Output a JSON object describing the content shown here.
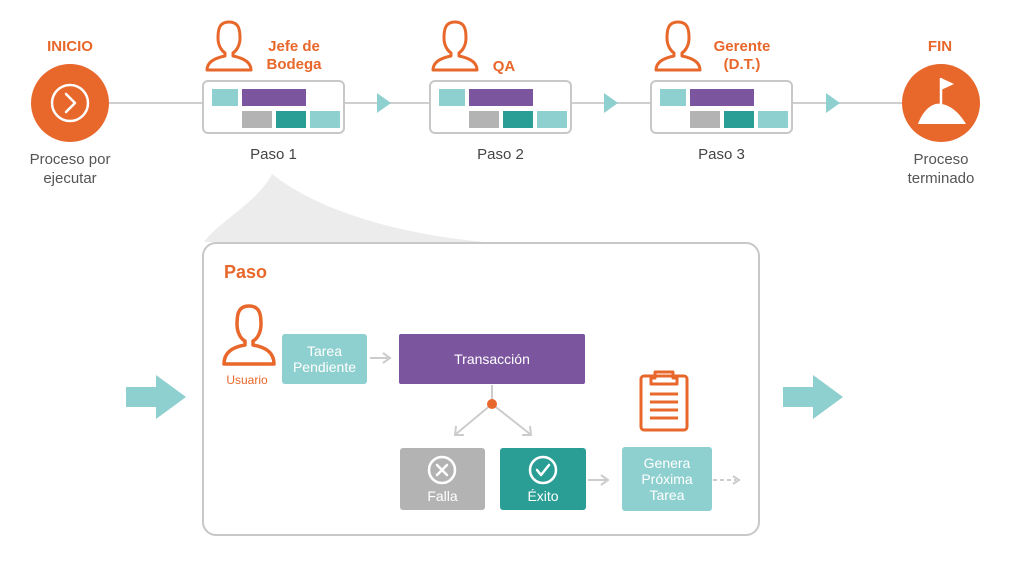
{
  "flow": {
    "start": {
      "title": "INICIO",
      "caption_line1": "Proceso por",
      "caption_line2": "ejecutar"
    },
    "end": {
      "title": "FIN",
      "caption_line1": "Proceso",
      "caption_line2": "terminado"
    },
    "steps": [
      {
        "role_line1": "Jefe de",
        "role_line2": "Bodega",
        "label": "Paso 1"
      },
      {
        "role_line1": "QA",
        "role_line2": "",
        "label": "Paso 2"
      },
      {
        "role_line1": "Gerente",
        "role_line2": "(D.T.)",
        "label": "Paso 3"
      }
    ]
  },
  "detail": {
    "title": "Paso",
    "user_label": "Usuario",
    "pending_line1": "Tarea",
    "pending_line2": "Pendiente",
    "transaction": "Transacción",
    "fail": "Falla",
    "success": "Éxito",
    "next_line1": "Genera",
    "next_line2": "Próxima",
    "next_line3": "Tarea"
  },
  "colors": {
    "orange": "#e8672b",
    "purple": "#7b559e",
    "teal": "#2a9d95",
    "light_teal": "#8ecfcf",
    "gray": "#b3b3b3"
  },
  "icons": [
    "chevron-right-icon",
    "flag-hill-icon",
    "user-icon",
    "clipboard-icon",
    "x-circle-icon",
    "check-circle-icon"
  ]
}
